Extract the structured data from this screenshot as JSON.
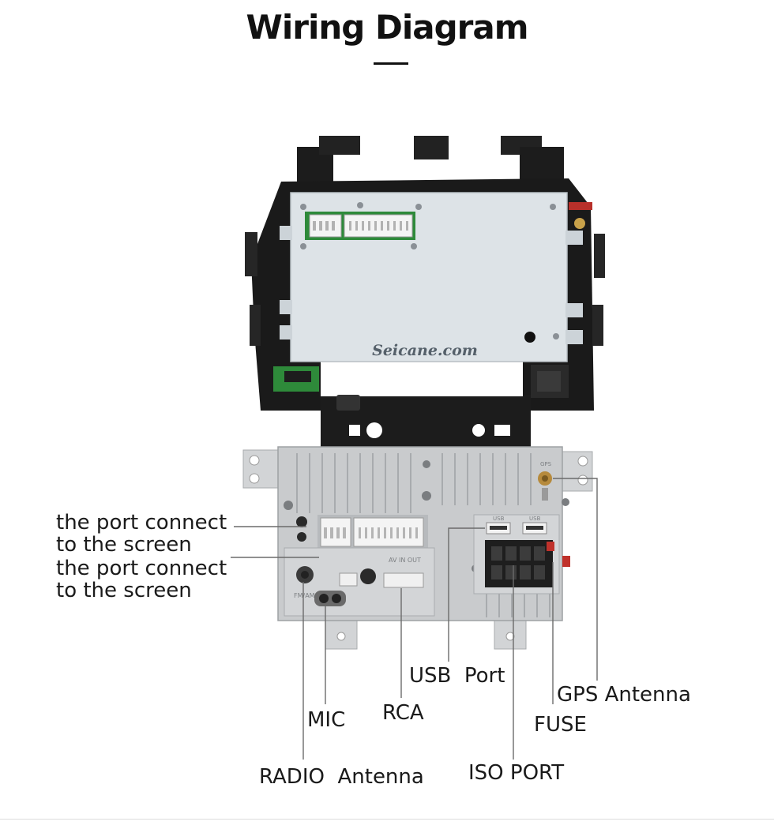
{
  "page": {
    "title": "Wiring Diagram"
  },
  "device": {
    "brand_watermark": "Seicane.com",
    "rear_panel_marks": [
      "GPS",
      "AV IN OUT",
      "USB",
      "USB",
      "FM/AM"
    ]
  },
  "labels": {
    "screen_port_1_line1": "the port connect",
    "screen_port_1_line2": "to the screen",
    "screen_port_2_line1": "the port connect",
    "screen_port_2_line2": "to the screen",
    "usb_port": "USB  Port",
    "gps_antenna": "GPS Antenna",
    "mic": "MIC",
    "rca": "RCA",
    "fuse": "FUSE",
    "radio_antenna": "RADIO  Antenna",
    "iso_port": "ISO PORT"
  },
  "colors": {
    "title": "#111111",
    "bezel": "#1c1c1c",
    "screen_back": "#dde3e7",
    "heatsink": "#c9cbcd",
    "pcb_green": "#2e8a3a",
    "leader_line": "#6b6b6b"
  }
}
